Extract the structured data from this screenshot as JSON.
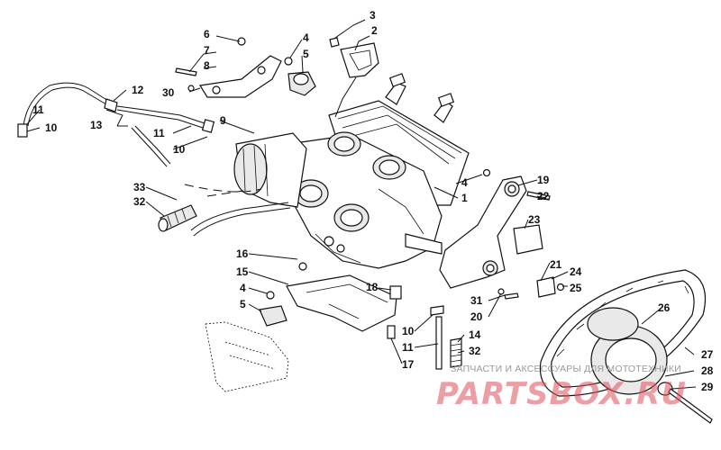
{
  "diagram": {
    "callouts": [
      "1",
      "2",
      "3",
      "4",
      "5",
      "6",
      "7",
      "8",
      "9",
      "10",
      "11",
      "12",
      "13",
      "14",
      "15",
      "16",
      "17",
      "18",
      "19",
      "20",
      "21",
      "22",
      "23",
      "24",
      "25",
      "26",
      "27",
      "28",
      "29",
      "30",
      "31",
      "32",
      "33"
    ]
  },
  "watermark": {
    "caption": "ЗАПЧАСТИ И АКСЕССУАРЫ ДЛЯ МОТОТЕХНИКИ",
    "logo": "PARTSBOX.RU"
  }
}
